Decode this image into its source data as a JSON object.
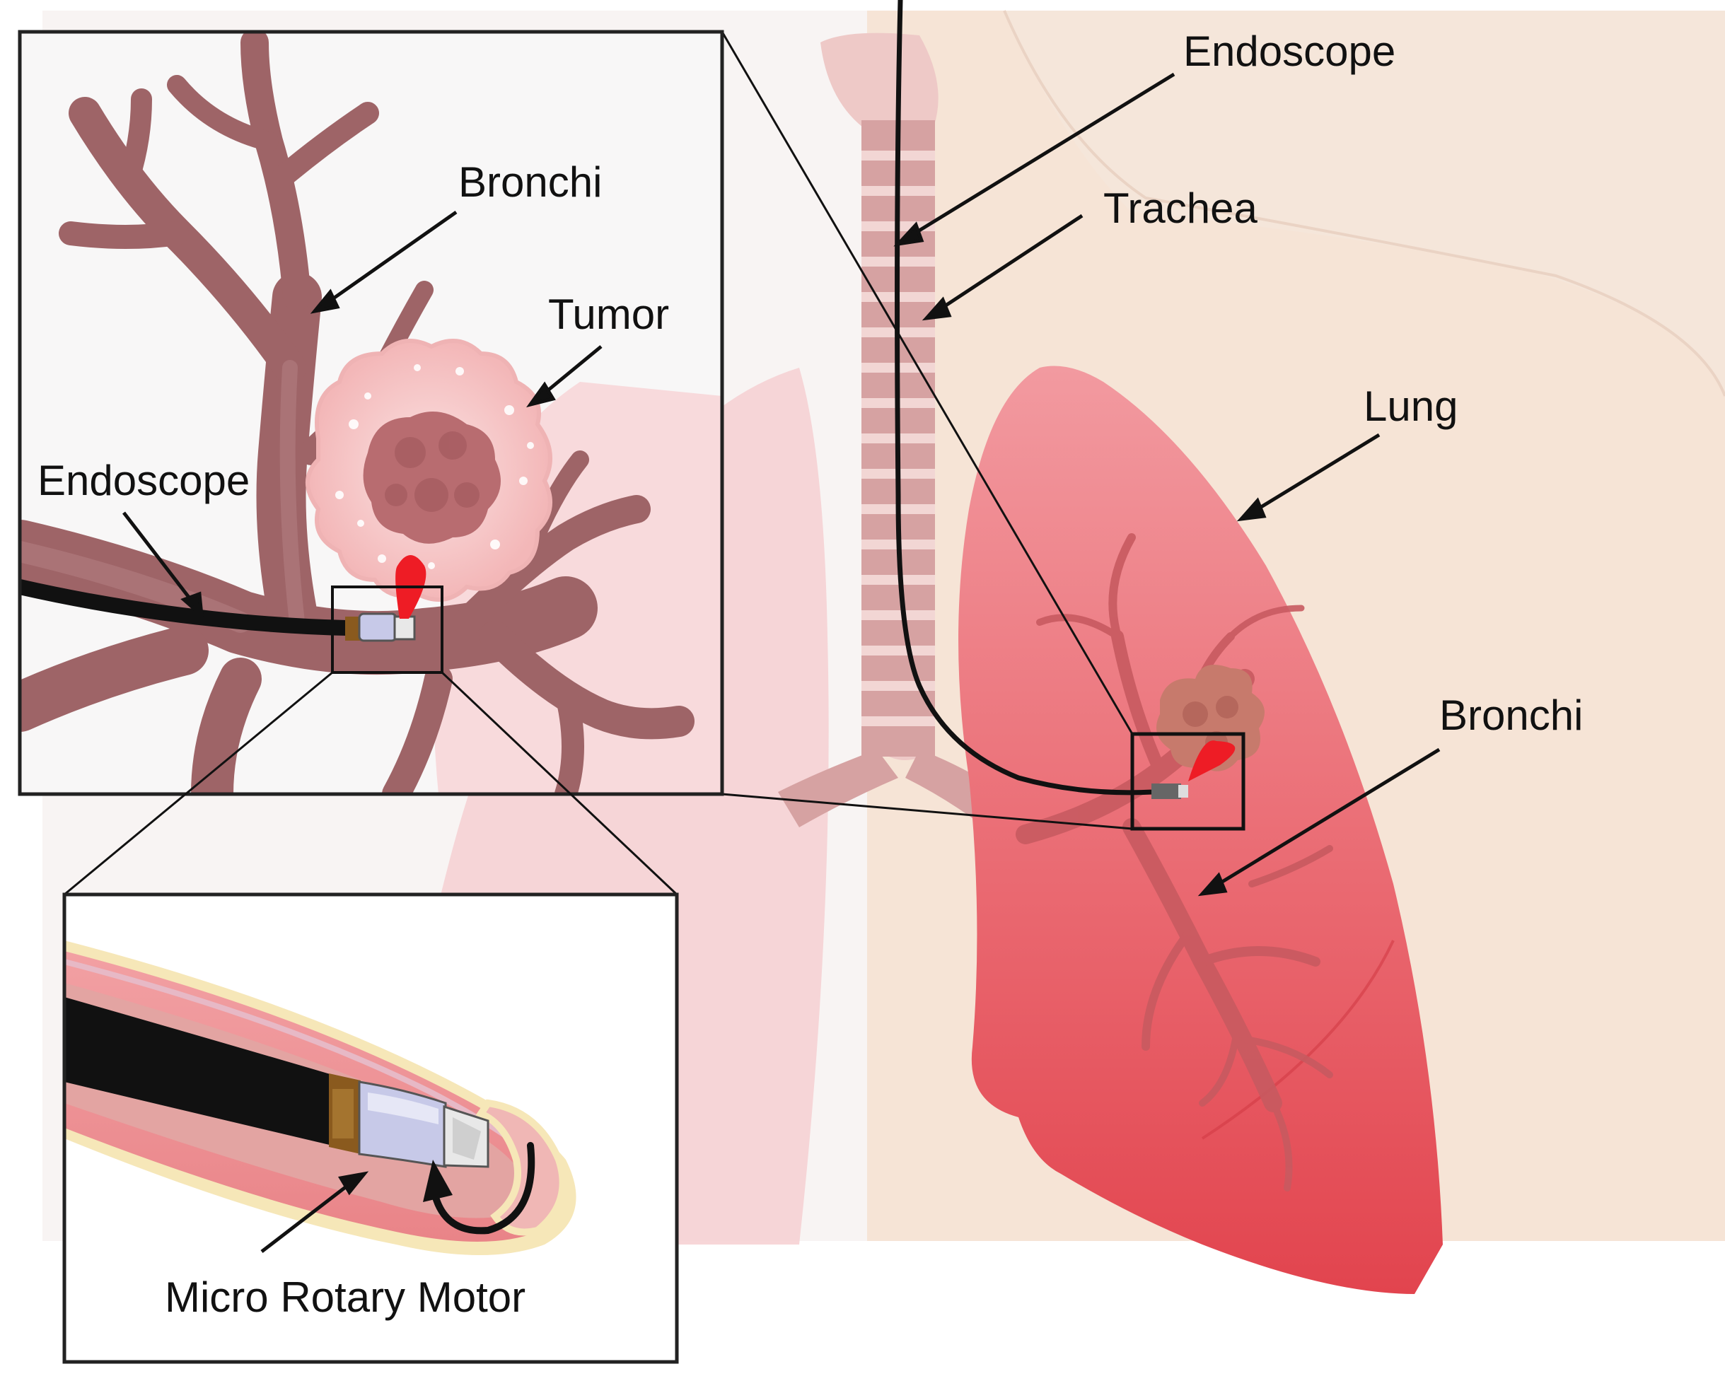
{
  "labels": {
    "endoscope_main": "Endoscope",
    "trachea": "Trachea",
    "lung": "Lung",
    "bronchi_main": "Bronchi",
    "bronchi_inset": "Bronchi",
    "tumor": "Tumor",
    "endoscope_inset": "Endoscope",
    "micro_rotary_motor": "Micro Rotary Motor"
  },
  "colors": {
    "skin": "#f5e6da",
    "lung": "#e8505a",
    "lung_light": "#f08a92",
    "bronchi": "#9e6467",
    "bronchi_dark": "#7c4a4d",
    "tumor_outer": "#f6c7c7",
    "tumor_core": "#b86c70",
    "laser": "#ee1c25",
    "scope": "#111111",
    "inset_border": "#222222"
  }
}
